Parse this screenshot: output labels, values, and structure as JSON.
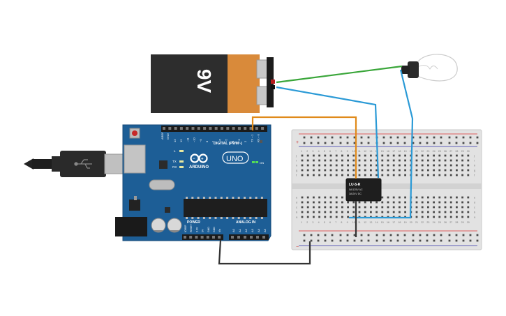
{
  "battery": {
    "label": "9V"
  },
  "arduino": {
    "brand": "ARDUINO",
    "model": "UNO",
    "digital_label": "DIGITAL (PWM~)",
    "tx": "TX",
    "rx": "RX",
    "l": "L",
    "on": "ON",
    "power_label": "POWER",
    "analog_label": "ANALOG IN",
    "aref": "AREF",
    "gnd": "GND",
    "digital_pins": [
      "13",
      "12",
      "~11",
      "~10",
      "~9",
      "8",
      "7",
      "~6",
      "~5",
      "4",
      "~3",
      "2",
      "TX→1",
      "RX←0"
    ],
    "power_pins": [
      "IOREF",
      "RESET",
      "3.3V",
      "5V",
      "GND",
      "GND",
      "Vin"
    ],
    "analog_pins": [
      "A0",
      "A1",
      "A2",
      "A3",
      "A4",
      "A5"
    ]
  },
  "relay": {
    "name": "LU-5-R",
    "line1": "5A/125V AC",
    "line2": "3A/24V DC"
  },
  "breadboard": {
    "row_letters_top": [
      "j",
      "i",
      "h",
      "g",
      "f"
    ],
    "row_letters_bottom": [
      "e",
      "d",
      "c",
      "b",
      "a"
    ],
    "columns": [
      "1",
      "2",
      "3",
      "4",
      "5",
      "6",
      "7",
      "8",
      "9",
      "10",
      "11",
      "12",
      "13",
      "14",
      "15",
      "16",
      "17",
      "18",
      "19",
      "20",
      "21",
      "22",
      "23",
      "24",
      "25",
      "26",
      "27",
      "28",
      "29",
      "30"
    ],
    "plus": "+",
    "minus": "−"
  },
  "colors": {
    "board": "#1d5e96",
    "wire_orange": "#e08a1a",
    "wire_blue": "#2b9ad6",
    "wire_green": "#3aa63a",
    "wire_black": "#333333",
    "battery_copper": "#d98a3a",
    "battery_black": "#2d2d2d"
  }
}
